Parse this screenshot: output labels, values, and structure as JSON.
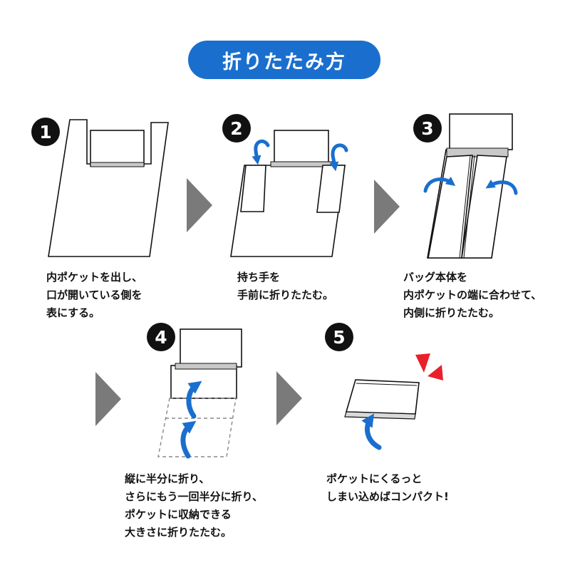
{
  "title": "折りたたみ方",
  "colors": {
    "accent": "#1a6fce",
    "chevron": "#7a7a7a",
    "burst": "#e8202a",
    "band": "#c9c9c9"
  },
  "steps": [
    {
      "number": "1",
      "lines": [
        "内ポケットを出し、",
        "口が開いている側を",
        "表にする。"
      ]
    },
    {
      "number": "2",
      "lines": [
        "持ち手を",
        "手前に折りたたむ。"
      ]
    },
    {
      "number": "3",
      "lines": [
        "バッグ本体を",
        "内ポケットの端に合わせて、",
        "内側に折りたたむ。"
      ]
    },
    {
      "number": "4",
      "lines": [
        "縦に半分に折り、",
        "さらにもう一回半分に折り、",
        "ポケットに収納できる",
        "大きさに折りたたむ。"
      ]
    },
    {
      "number": "5",
      "lines": [
        "ポケットにくるっと",
        "しまい込めばコンパクト!"
      ]
    }
  ]
}
